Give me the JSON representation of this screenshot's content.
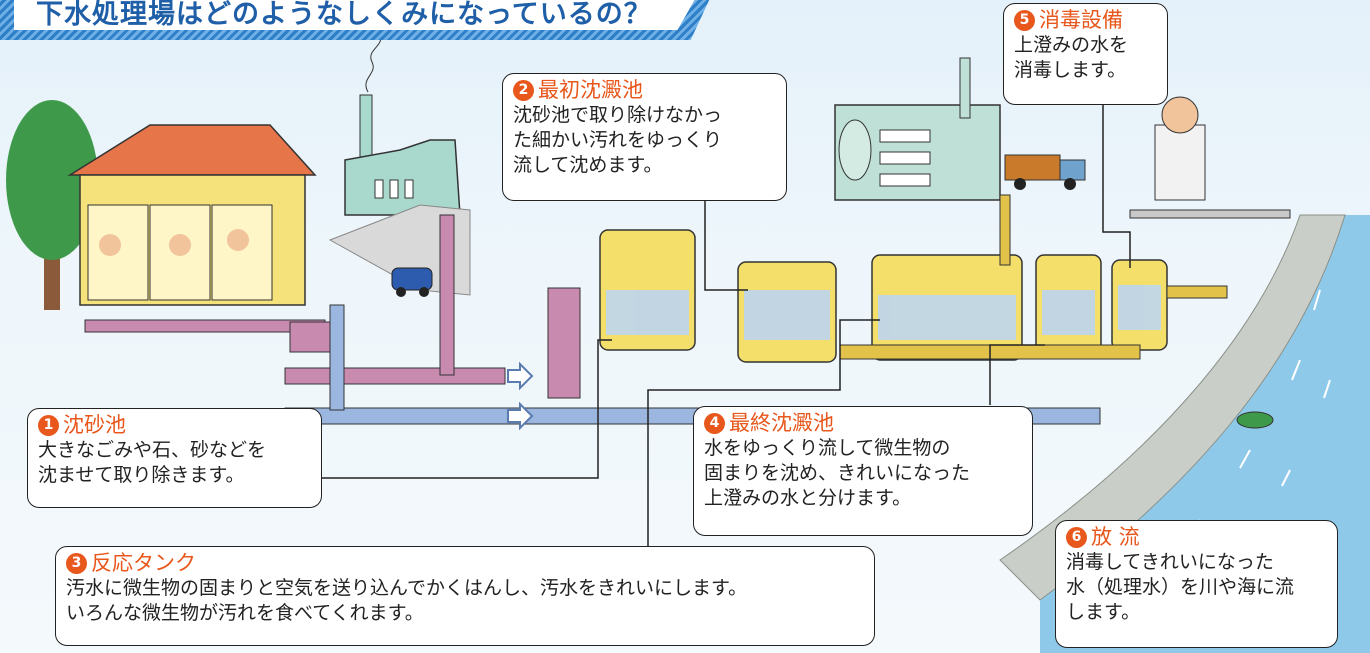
{
  "title": "下水処理場はどのようなしくみになっているの？",
  "callouts": [
    {
      "num": "1",
      "title": "沈砂池",
      "body": "大きなごみや石、砂などを\n沈ませて取り除きます。"
    },
    {
      "num": "2",
      "title": "最初沈澱池",
      "body": "沈砂池で取り除けなかっ\nた細かい汚れをゆっくり\n流して沈めます。"
    },
    {
      "num": "3",
      "title": "反応タンク",
      "body": "汚水に微生物の固まりと空気を送り込んでかくはんし、汚水をきれいにします。\nいろんな微生物が汚れを食べてくれます。"
    },
    {
      "num": "4",
      "title": "最終沈澱池",
      "body": "水をゆっくり流して微生物の\n固まりを沈め、きれいになった\n上澄みの水と分けます。"
    },
    {
      "num": "5",
      "title": "消毒設備",
      "body": "上澄みの水を\n消毒します。"
    },
    {
      "num": "6",
      "title": "放 流",
      "body": "消毒してきれいになった\n水（処理水）を川や海に流\nします。"
    }
  ],
  "colors": {
    "accent": "#e8571c",
    "title": "#1f5fa8",
    "sewage_pipe": "#c98ab0",
    "rain_pipe": "#9bb7e0",
    "treated_pipe": "#e3c24a",
    "tank": "#f3df6a",
    "river": "#8ec9ea"
  }
}
